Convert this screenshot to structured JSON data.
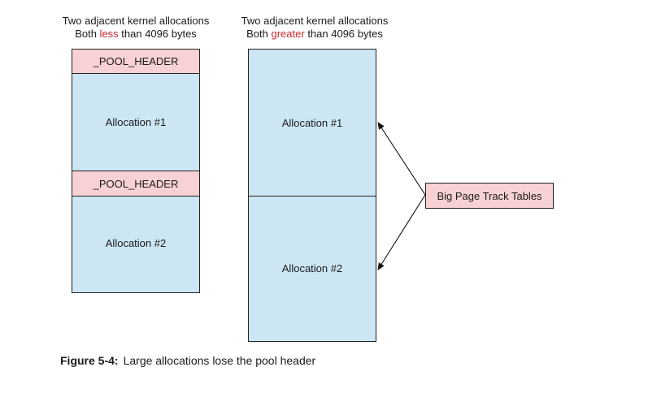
{
  "left": {
    "caption_line1": "Two adjacent kernel allocations",
    "caption_line2_prefix": "Both ",
    "caption_line2_highlight": "less",
    "caption_line2_suffix": " than 4096 bytes",
    "header1": "_POOL_HEADER",
    "alloc1": "Allocation #1",
    "header2": "_POOL_HEADER",
    "alloc2": "Allocation #2"
  },
  "right": {
    "caption_line1": "Two adjacent kernel allocations",
    "caption_line2_prefix": "Both ",
    "caption_line2_highlight": "greater",
    "caption_line2_suffix": " than 4096 bytes",
    "alloc1": "Allocation #1",
    "alloc2": "Allocation #2"
  },
  "big_page_track_tables": "Big Page Track Tables",
  "figure": {
    "label": "Figure 5-4:",
    "text": "Large allocations lose the pool header"
  },
  "colors": {
    "header_fill": "#f7d1d3",
    "alloc_fill": "#cde6f4",
    "highlight_text": "#c8282e"
  }
}
